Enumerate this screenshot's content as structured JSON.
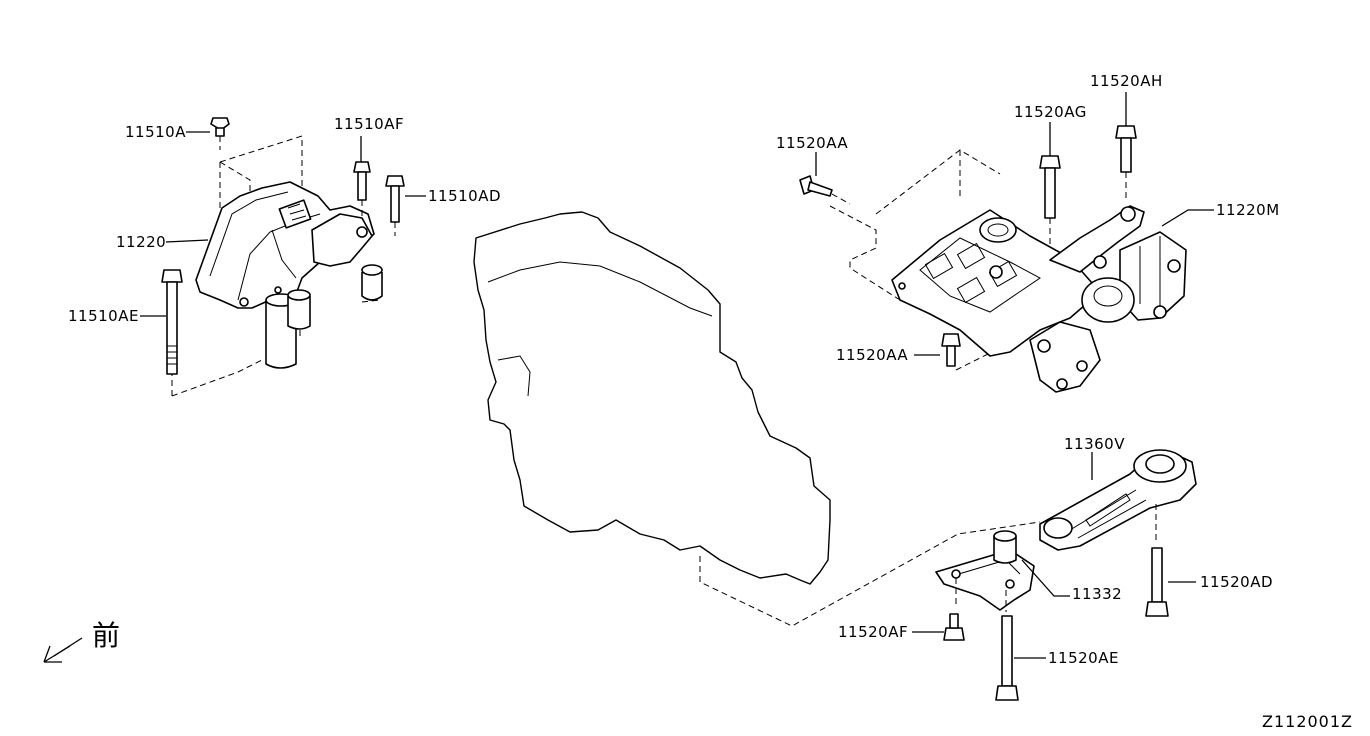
{
  "labels": {
    "p11510A": "11510A",
    "p11510AF": "11510AF",
    "p11510AD": "11510AD",
    "p11220": "11220",
    "p11510AE": "11510AE",
    "p11520AA_top": "11520AA",
    "p11520AG": "11520AG",
    "p11520AH": "11520AH",
    "p11220M": "11220M",
    "p11520AA_bottom": "11520AA",
    "p11360V": "11360V",
    "p11332": "11332",
    "p11520AD": "11520AD",
    "p11520AF": "11520AF",
    "p11520AE": "11520AE"
  },
  "front_marker": "前",
  "diagram_code": "Z112001Z"
}
